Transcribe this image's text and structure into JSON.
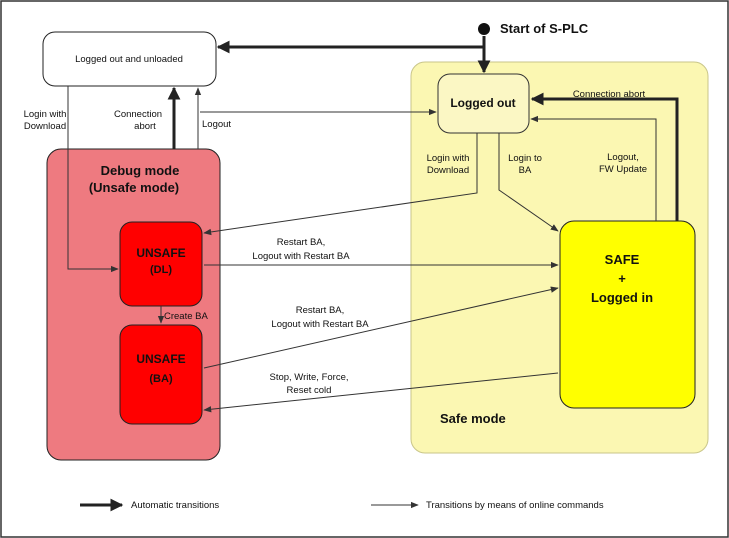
{
  "start_label": "Start of S-PLC",
  "states": {
    "logged_out_unloaded": "Logged out and unloaded",
    "logged_out": "Logged out",
    "unsafe_dl": [
      "UNSAFE",
      "(DL)"
    ],
    "unsafe_ba": [
      "UNSAFE",
      "(BA)"
    ],
    "safe_logged_in": [
      "SAFE",
      "+",
      "Logged in"
    ]
  },
  "regions": {
    "debug_mode": [
      "Debug mode",
      "(Unsafe mode)"
    ],
    "safe_mode": "Safe mode"
  },
  "transitions": {
    "login_with_download_left": [
      "Login with",
      "Download"
    ],
    "connection_abort_left": [
      "Connection",
      "abort"
    ],
    "logout_left": "Logout",
    "connection_abort_right": "Connection abort",
    "login_with_download_mid": [
      "Login with",
      "Download"
    ],
    "login_to_ba": [
      "Login to",
      "BA"
    ],
    "logout_fw_update": [
      "Logout,",
      "FW Update"
    ],
    "restart_ba_1": [
      "Restart BA,",
      "Logout with Restart BA"
    ],
    "create_ba": "Create BA",
    "restart_ba_2": [
      "Restart BA,",
      "Logout with Restart BA"
    ],
    "stop_write_force": [
      "Stop, Write, Force,",
      "Reset cold"
    ]
  },
  "legend": {
    "automatic": "Automatic transitions",
    "online": "Transitions by means of online commands"
  },
  "colors": {
    "debug_region": "#ee7a80",
    "safe_region": "#fbf7b2",
    "unsafe_state": "#ff0000",
    "safe_state": "#ffff00",
    "logged_out_state": "#fbf7c4"
  }
}
